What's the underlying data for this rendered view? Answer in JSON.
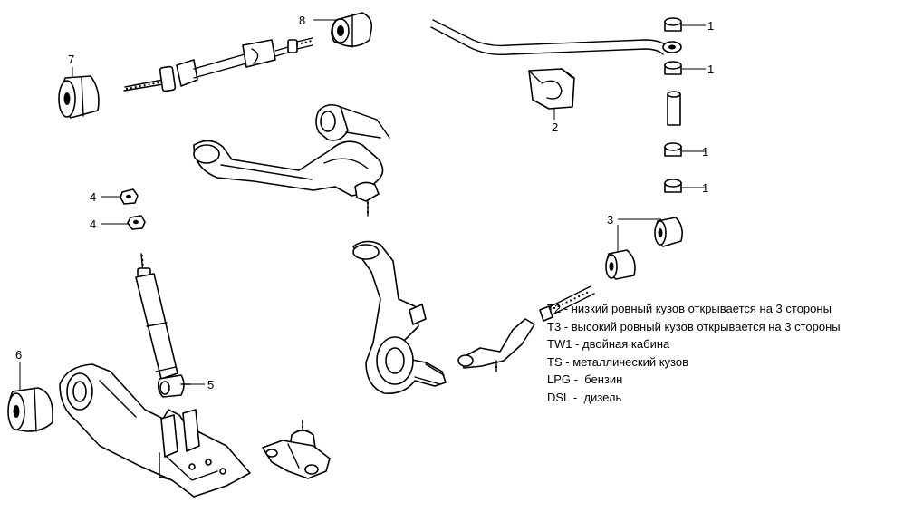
{
  "callouts": [
    {
      "id": "c1a",
      "text": "1"
    },
    {
      "id": "c1b",
      "text": "1"
    },
    {
      "id": "c1c",
      "text": "1"
    },
    {
      "id": "c1d",
      "text": "1"
    },
    {
      "id": "c2",
      "text": "2"
    },
    {
      "id": "c3",
      "text": "3"
    },
    {
      "id": "c4a",
      "text": "4"
    },
    {
      "id": "c4b",
      "text": "4"
    },
    {
      "id": "c5",
      "text": "5"
    },
    {
      "id": "c6",
      "text": "6"
    },
    {
      "id": "c7",
      "text": "7"
    },
    {
      "id": "c8",
      "text": "8"
    }
  ],
  "legend": [
    {
      "code": "T2",
      "sep": " - ",
      "text": "низкий ровный кузов открывается на 3 стороны"
    },
    {
      "code": "T3",
      "sep": " - ",
      "text": "высокий ровный кузов открывается на 3 стороны"
    },
    {
      "code": "TW1",
      "sep": " - ",
      "text": "двойная кабина"
    },
    {
      "code": "TS",
      "sep": " - ",
      "text": "металлический кузов"
    },
    {
      "code": "LPG",
      "sep": " -  ",
      "text": "бензин"
    },
    {
      "code": "DSL",
      "sep": " -  ",
      "text": "дизель"
    }
  ]
}
